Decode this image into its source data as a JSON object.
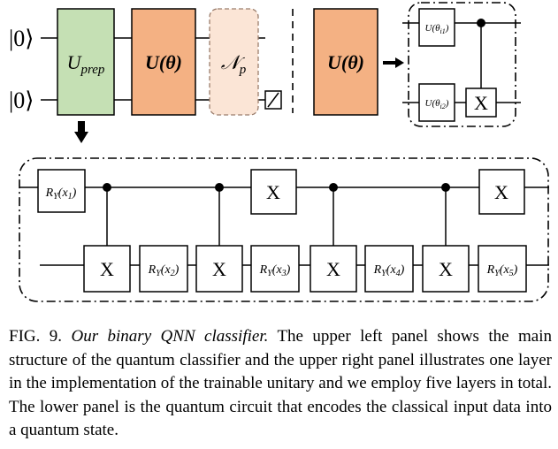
{
  "qubits": {
    "q0": "|0⟩",
    "q1": "|0⟩"
  },
  "main_circuit": {
    "uprep": {
      "base": "U",
      "sub": "prep",
      "color": "#c5e0b4"
    },
    "utheta": {
      "label": "U(θ)",
      "color": "#f4b183"
    },
    "noise": {
      "base": "𝒩",
      "sub": "p",
      "color": "#fbe5d6"
    }
  },
  "layer": {
    "u_gate": {
      "label": "U(θ)",
      "color": "#f4b183"
    },
    "gate1": {
      "prefix": "U(θ",
      "sub": "i1",
      "suffix": ")"
    },
    "gate2": {
      "prefix": "U(θ",
      "sub": "i2",
      "suffix": ")"
    },
    "x_gate": "X"
  },
  "encoding": {
    "ry_gates": [
      {
        "prefix": "R",
        "sub": "Y",
        "arg": "(x",
        "argsub": "1",
        "suffix": ")"
      },
      {
        "prefix": "R",
        "sub": "Y",
        "arg": "(x",
        "argsub": "2",
        "suffix": ")"
      },
      {
        "prefix": "R",
        "sub": "Y",
        "arg": "(x",
        "argsub": "3",
        "suffix": ")"
      },
      {
        "prefix": "R",
        "sub": "Y",
        "arg": "(x",
        "argsub": "4",
        "suffix": ")"
      },
      {
        "prefix": "R",
        "sub": "Y",
        "arg": "(x",
        "argsub": "5",
        "suffix": ")"
      }
    ],
    "x_label": "X"
  },
  "caption": {
    "figure_label": "FIG. 9.",
    "title": "Our binary QNN classifier.",
    "body": "The upper left panel shows the main structure of the quantum classifier and the upper right panel illustrates one layer in the implementation of the trainable unitary and we employ five layers in total. The lower panel is the quantum circuit that encodes the classical input data into a quantum state."
  }
}
